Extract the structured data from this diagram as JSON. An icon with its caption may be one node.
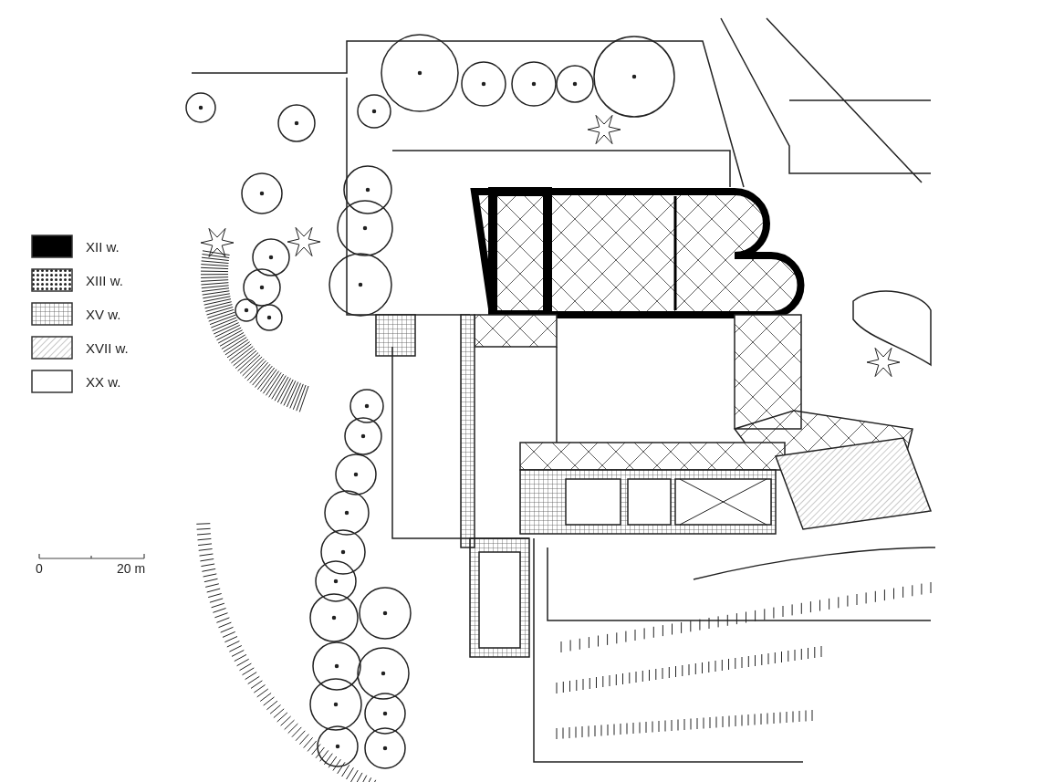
{
  "diagram": {
    "labels": [
      "0",
      "20 m"
    ],
    "legend": [
      {
        "text": "XII w.",
        "color": "#000000"
      },
      {
        "text": "XIII w."
      },
      {
        "text": "XV w."
      },
      {
        "text": "XVII w."
      },
      {
        "text": "XX w.",
        "color": "#ffffff"
      }
    ]
  }
}
